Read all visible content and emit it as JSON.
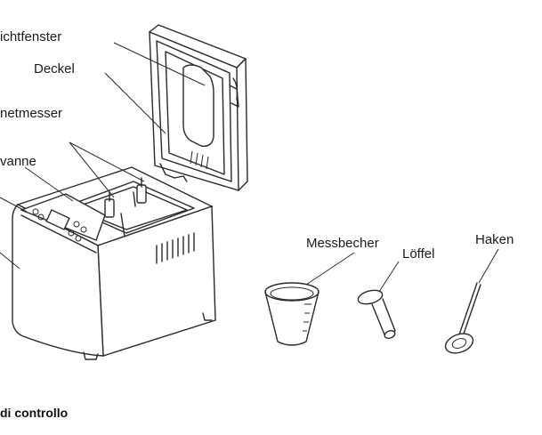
{
  "labels": {
    "sichtfenster": "ichtfenster",
    "deckel": "Deckel",
    "knetmesser": "netmesser",
    "backwanne": "vanne",
    "messbecher": "Messbecher",
    "loeffel": "Löffel",
    "haken": "Haken"
  },
  "caption": "di controllo",
  "colors": {
    "line": "#2a2a2a",
    "text": "#1a1a1a",
    "background": "#ffffff"
  }
}
